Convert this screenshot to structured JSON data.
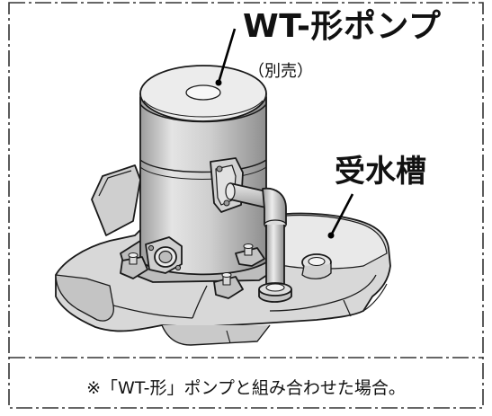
{
  "labels": {
    "pump_title": "WT-形ポンプ",
    "pump_note": "（別売）",
    "tank_title": "受水槽",
    "caption": "※「WT-形」ポンプと組み合わせた場合。"
  },
  "colors": {
    "line": "#1a1a1a",
    "metal": "#c9c9c9",
    "metal_light": "#e6e6e6",
    "metal_dark": "#9a9a9a",
    "tank": "#dadada",
    "tank_dark": "#b4b4b4"
  }
}
